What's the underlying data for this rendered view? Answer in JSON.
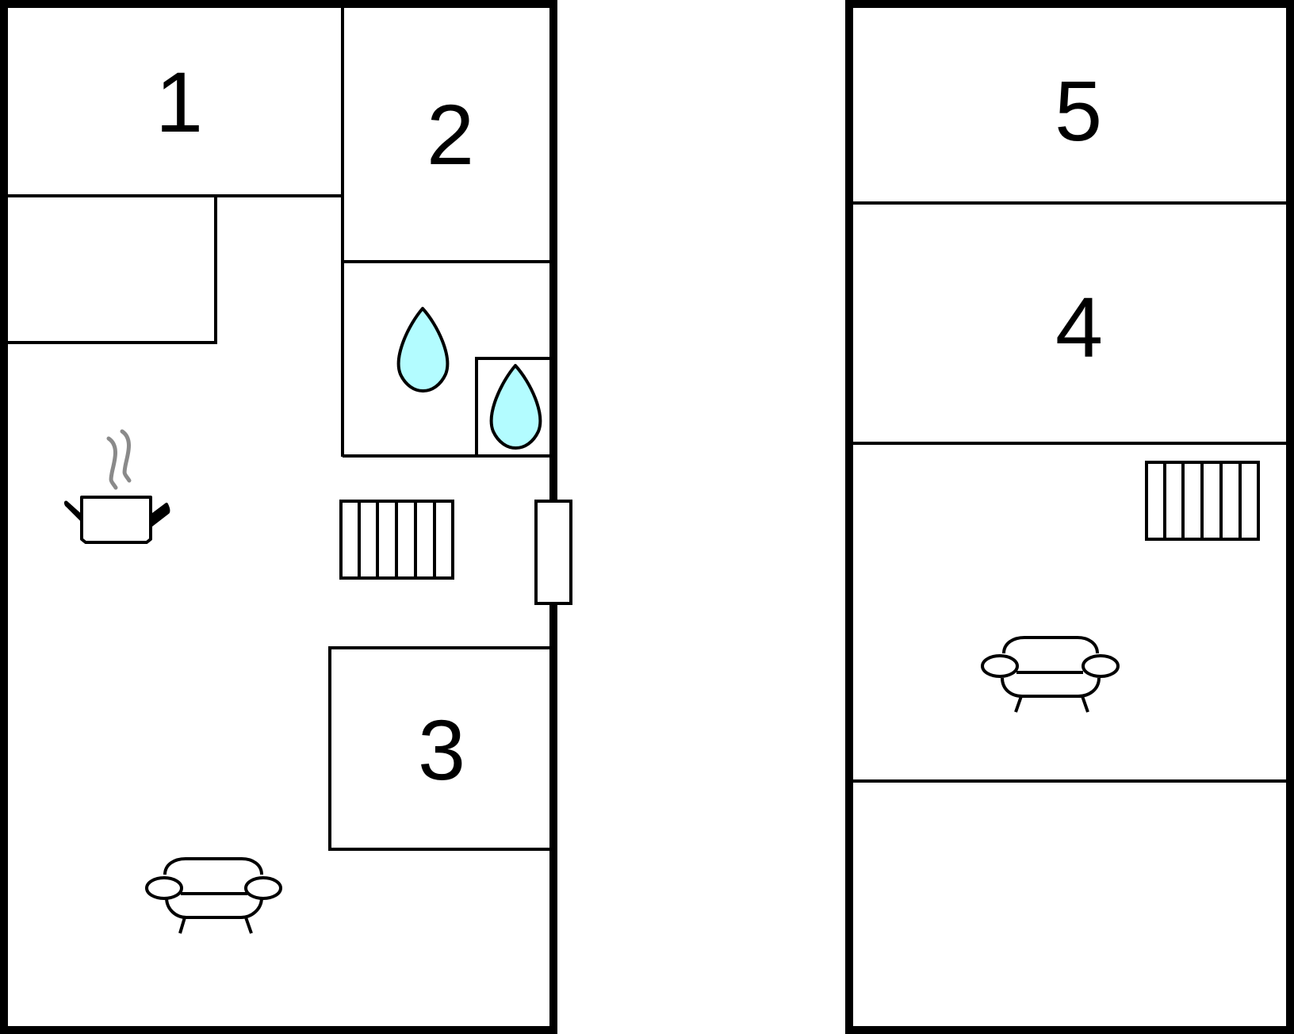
{
  "colors": {
    "wall": "#000000",
    "background": "#ffffff",
    "water": "#b3fcff",
    "steam": "#8a8a8a"
  },
  "icons": {
    "bathroom": "water-drop-icon",
    "kitchen": "cooking-pot-icon",
    "living": "sofa-icon",
    "heating": "radiator-icon",
    "entrance": "door-icon"
  },
  "rooms": [
    {
      "number": "1"
    },
    {
      "number": "2"
    },
    {
      "number": "3"
    },
    {
      "number": "4"
    },
    {
      "number": "5"
    }
  ]
}
